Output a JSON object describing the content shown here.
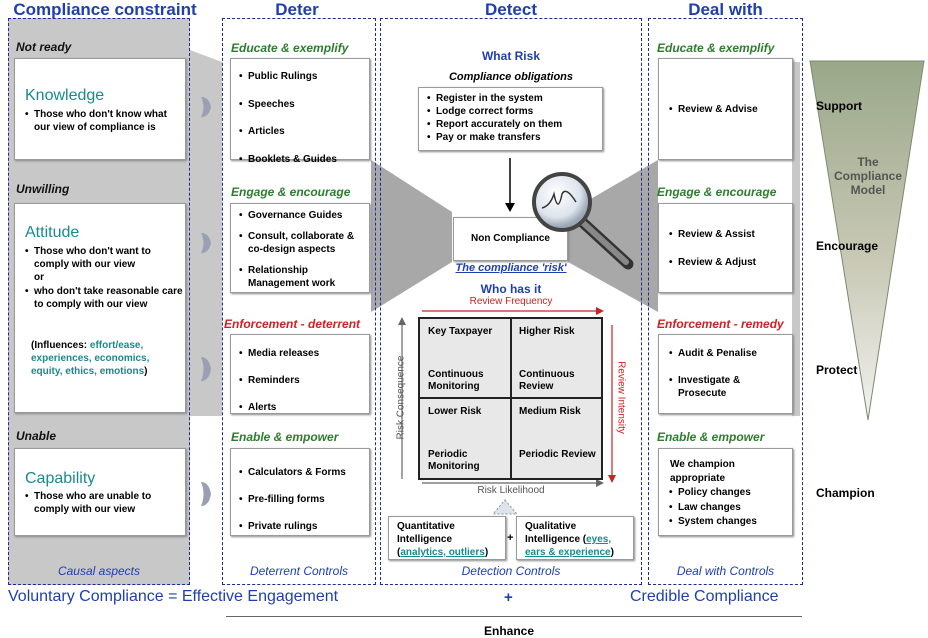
{
  "headers": {
    "compliance_constraint": "Compliance constraint",
    "deter": "Deter",
    "detect": "Detect",
    "deal_with": "Deal with"
  },
  "constraint": {
    "not_ready": "Not ready",
    "knowledge_title": "Knowledge",
    "knowledge_text": "Those who don't know what our view of compliance is",
    "unwilling": "Unwilling",
    "attitude_title": "Attitude",
    "attitude_b1": "Those who don't want to comply with our view",
    "attitude_or": "or",
    "attitude_b2": "who don't take reasonable care to comply with our view",
    "influences_prefix": "(Influences: ",
    "influences_items": "effort/ease, experiences, economics, equity, ethics, emotions",
    "influences_suffix": ")",
    "unable": "Unable",
    "capability_title": "Capability",
    "capability_text": "Those who are unable to comply with our view",
    "footer": "Causal aspects"
  },
  "deter": {
    "educate_title": "Educate & exemplify",
    "educate_items": [
      "Public Rulings",
      "Speeches",
      "Articles",
      "Booklets & Guides"
    ],
    "engage_title": "Engage & encourage",
    "engage_items": [
      "Governance Guides",
      "Consult, collaborate & co-design aspects",
      "Relationship Management work"
    ],
    "enforce_title": "Enforcement - deterrent",
    "enforce_items": [
      "Media releases",
      "Reminders",
      "Alerts"
    ],
    "enable_title": "Enable & empower",
    "enable_items": [
      "Calculators & Forms",
      "Pre-filling forms",
      "Private rulings"
    ],
    "footer": "Deterrent Controls"
  },
  "detect": {
    "what_risk": "What Risk",
    "obligations_title": "Compliance obligations",
    "obligations": [
      "Register in the system",
      "Lodge correct forms",
      "Report accurately on them",
      "Pay or make transfers"
    ],
    "non_compliance": "Non Compliance",
    "compliance_risk": "The compliance 'risk'",
    "who_has_it": "Who has it",
    "review_frequency": "Review Frequency",
    "risk_consequence": "Risk Consequence",
    "review_intensity": "Review Intensity",
    "risk_likelihood": "Risk Likelihood",
    "quadrants": {
      "key_taxpayer": "Key Taxpayer",
      "continuous_monitoring": "Continuous Monitoring",
      "higher_risk": "Higher Risk",
      "continuous_review": "Continuous Review",
      "lower_risk": "Lower Risk",
      "periodic_monitoring": "Periodic Monitoring",
      "medium_risk": "Medium Risk",
      "periodic_review": "Periodic Review"
    },
    "quant_title": "Quantitative Intelligence",
    "quant_items": "analytics, outliers",
    "plus": "+",
    "qual_title": "Qualitative Intelligence",
    "qual_items": "eyes, ears & experience",
    "footer": "Detection Controls"
  },
  "deal": {
    "educate_title": "Educate & exemplify",
    "educate_items": [
      "Review & Advise"
    ],
    "engage_title": "Engage & encourage",
    "engage_items": [
      "Review & Assist",
      "Review & Adjust"
    ],
    "enforce_title": "Enforcement - remedy",
    "enforce_items": [
      "Audit & Penalise",
      "Investigate & Prosecute"
    ],
    "enable_title": "Enable & empower",
    "enable_intro": "We champion appropriate",
    "enable_items": [
      "Policy changes",
      "Law changes",
      "System changes"
    ],
    "footer": "Deal with Controls"
  },
  "model": {
    "title": "The Compliance Model",
    "support": "Support",
    "encourage": "Encourage",
    "protect": "Protect",
    "champion": "Champion"
  },
  "bottom": {
    "voluntary": "Voluntary Compliance = Effective Engagement",
    "plus": "+",
    "credible": "Credible Compliance",
    "enhance": "Enhance"
  },
  "colors": {
    "header_blue": "#1f3fae",
    "green_title": "#2e7d2e",
    "red_title": "#cc2222",
    "teal": "#1a8a8a",
    "grey_panel": "#c8c8c8"
  }
}
